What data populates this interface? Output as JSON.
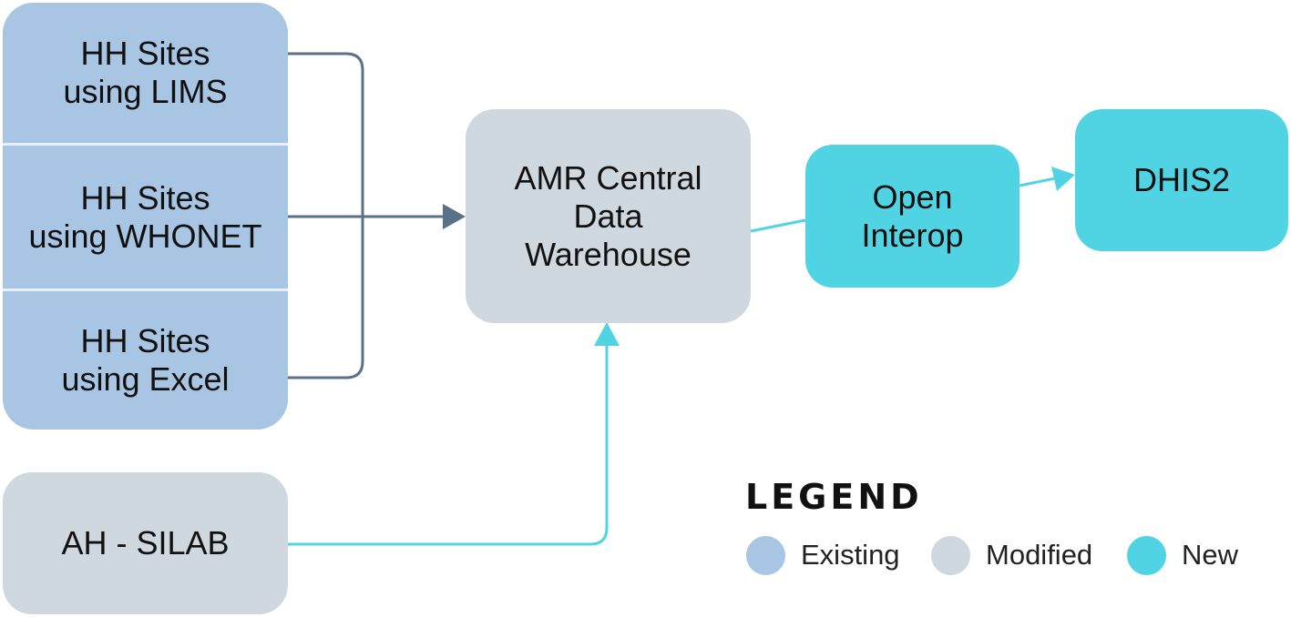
{
  "nodes": {
    "hh_lims": [
      "HH Sites",
      "using LIMS"
    ],
    "hh_whonet": [
      "HH Sites",
      "using WHONET"
    ],
    "hh_excel": [
      "HH Sites",
      "using Excel"
    ],
    "ah_silab": [
      "AH - SILAB"
    ],
    "amr_warehouse": [
      "AMR Central",
      "Data",
      "Warehouse"
    ],
    "open_interop": [
      "Open",
      "Interop"
    ],
    "dhis2": [
      "DHIS2"
    ]
  },
  "legend": {
    "title": "LEGEND",
    "items": [
      {
        "label": "Existing",
        "color": "#a8c6e4"
      },
      {
        "label": "Modified",
        "color": "#cfd7df"
      },
      {
        "label": "New",
        "color": "#50d4e4"
      }
    ]
  },
  "colors": {
    "existing": "#a8c6e4",
    "modified": "#cfd7df",
    "new": "#50d4e4",
    "existing_connector": "#5a7287",
    "new_connector": "#50d4e4"
  }
}
